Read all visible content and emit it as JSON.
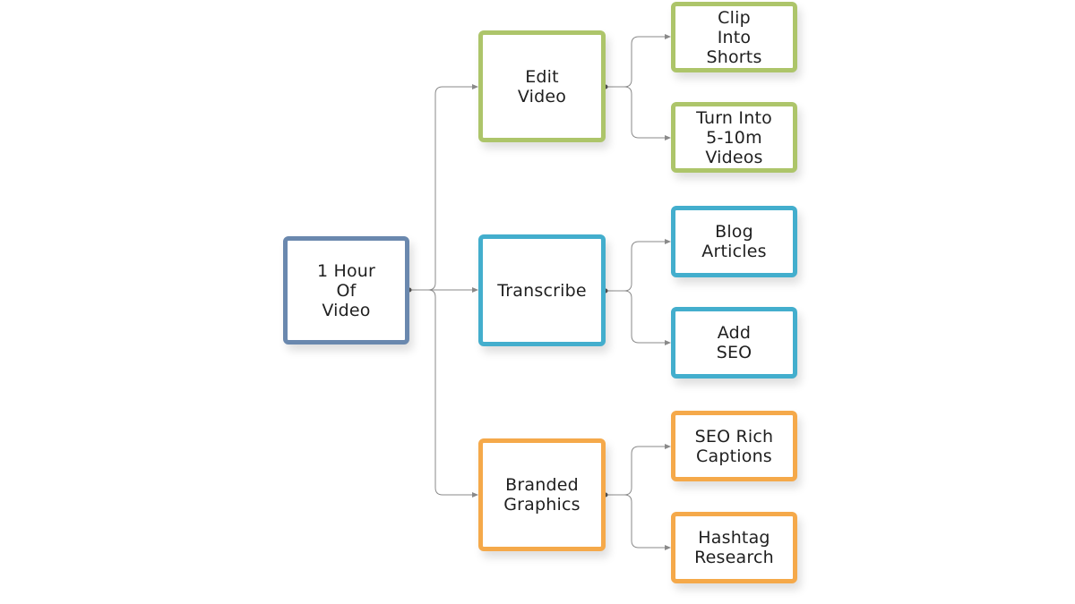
{
  "diagram": {
    "colors": {
      "root": "#6a88ae",
      "edit_branch": "#adc56a",
      "transcribe_branch": "#43aecd",
      "graphics_branch": "#f5a94a",
      "connector": "#8a8a8a"
    },
    "root": {
      "label": "1 Hour\nOf\nVideo"
    },
    "branches": [
      {
        "label": "Edit\nVideo",
        "children": [
          {
            "label": "Clip\nInto\nShorts"
          },
          {
            "label": "Turn Into\n5-10m\nVideos"
          }
        ]
      },
      {
        "label": "Transcribe",
        "children": [
          {
            "label": "Blog\nArticles"
          },
          {
            "label": "Add\nSEO"
          }
        ]
      },
      {
        "label": "Branded\nGraphics",
        "children": [
          {
            "label": "SEO Rich\nCaptions"
          },
          {
            "label": "Hashtag\nResearch"
          }
        ]
      }
    ]
  }
}
